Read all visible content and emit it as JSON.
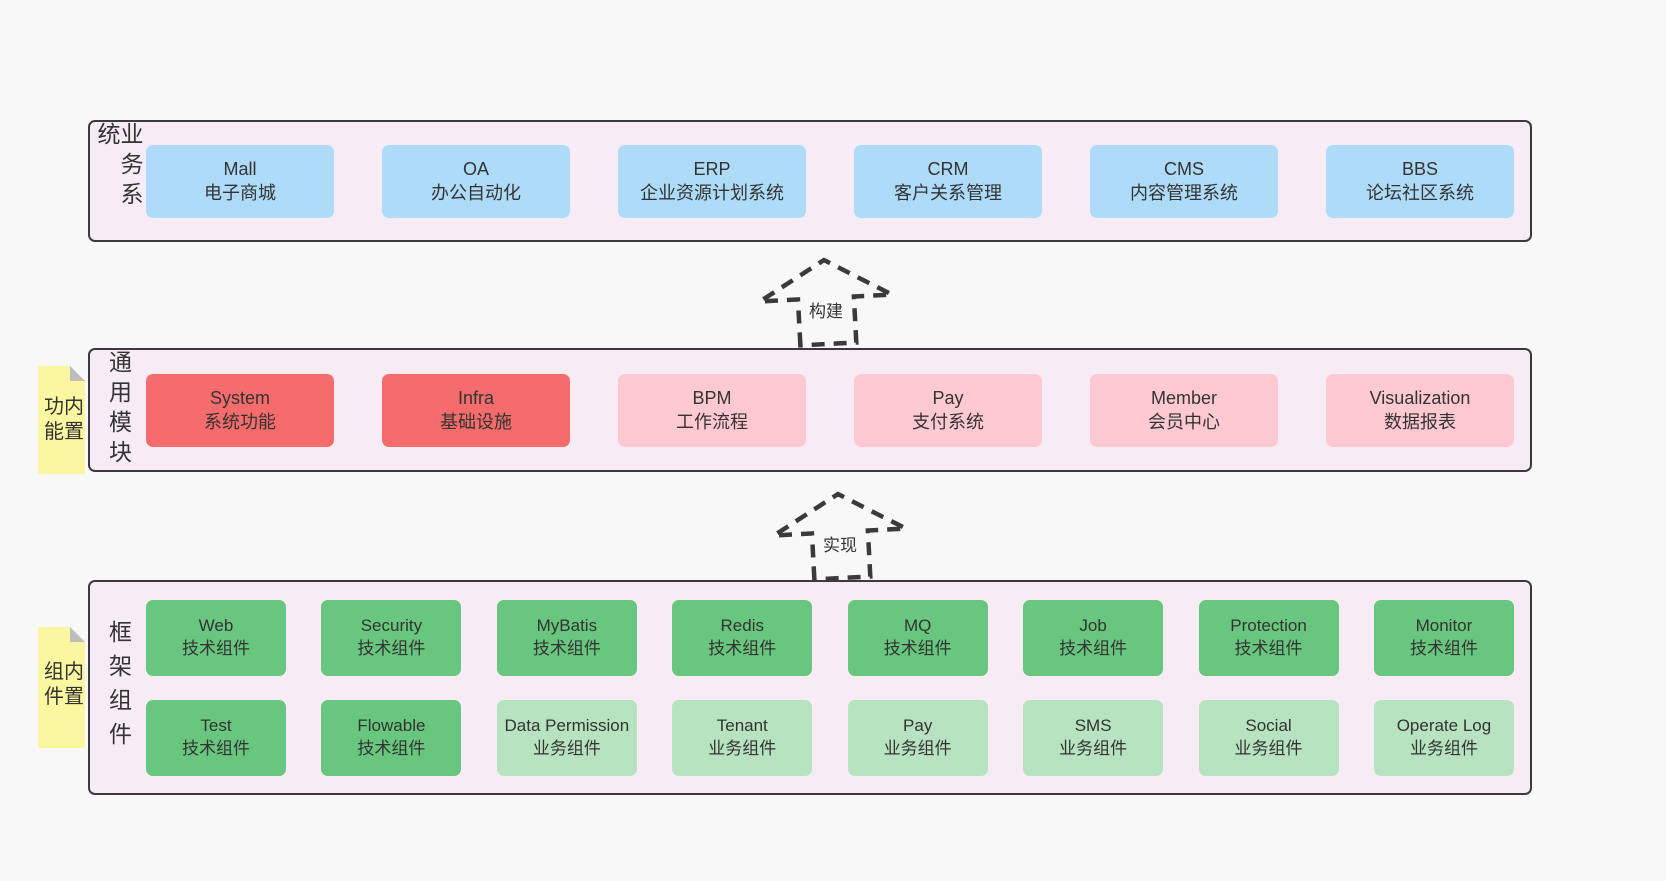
{
  "colors": {
    "page_bg": "#f8f8f8",
    "container_bg": "#f7ecf5",
    "container_border": "#3b3b3b",
    "text": "#333333",
    "blue": "#aedbf8",
    "red": "#f66c6c",
    "pink": "#ffc9d2",
    "green": "#68c67e",
    "light_green": "#b7e3c1",
    "note_bg": "#fbf7a0",
    "note_fold": "#bdbdbd",
    "arrow": "#3a3a3a"
  },
  "arrows": {
    "build": "构建",
    "implement": "实现"
  },
  "layers": {
    "business": {
      "label": "业务系统",
      "boxes": [
        {
          "name": "Mall",
          "desc": "电子商城",
          "variant": "blue"
        },
        {
          "name": "OA",
          "desc": "办公自动化",
          "variant": "blue"
        },
        {
          "name": "ERP",
          "desc": "企业资源计划系统",
          "variant": "blue"
        },
        {
          "name": "CRM",
          "desc": "客户关系管理",
          "variant": "blue"
        },
        {
          "name": "CMS",
          "desc": "内容管理系统",
          "variant": "blue"
        },
        {
          "name": "BBS",
          "desc": "论坛社区系统",
          "variant": "blue"
        }
      ]
    },
    "modules": {
      "label": "通用模块",
      "note": "内置功能",
      "boxes": [
        {
          "name": "System",
          "desc": "系统功能",
          "variant": "red"
        },
        {
          "name": "Infra",
          "desc": "基础设施",
          "variant": "red"
        },
        {
          "name": "BPM",
          "desc": "工作流程",
          "variant": "pink"
        },
        {
          "name": "Pay",
          "desc": "支付系统",
          "variant": "pink"
        },
        {
          "name": "Member",
          "desc": "会员中心",
          "variant": "pink"
        },
        {
          "name": "Visualization",
          "desc": "数据报表",
          "variant": "pink"
        }
      ]
    },
    "components": {
      "label": "框架组件",
      "note": "内置组件",
      "rows": [
        [
          {
            "name": "Web",
            "desc": "技术组件",
            "variant": "green"
          },
          {
            "name": "Security",
            "desc": "技术组件",
            "variant": "green"
          },
          {
            "name": "MyBatis",
            "desc": "技术组件",
            "variant": "green"
          },
          {
            "name": "Redis",
            "desc": "技术组件",
            "variant": "green"
          },
          {
            "name": "MQ",
            "desc": "技术组件",
            "variant": "green"
          },
          {
            "name": "Job",
            "desc": "技术组件",
            "variant": "green"
          },
          {
            "name": "Protection",
            "desc": "技术组件",
            "variant": "green"
          },
          {
            "name": "Monitor",
            "desc": "技术组件",
            "variant": "green"
          }
        ],
        [
          {
            "name": "Test",
            "desc": "技术组件",
            "variant": "green"
          },
          {
            "name": "Flowable",
            "desc": "技术组件",
            "variant": "green"
          },
          {
            "name": "Data Permission",
            "desc": "业务组件",
            "variant": "light_green"
          },
          {
            "name": "Tenant",
            "desc": "业务组件",
            "variant": "light_green"
          },
          {
            "name": "Pay",
            "desc": "业务组件",
            "variant": "light_green"
          },
          {
            "name": "SMS",
            "desc": "业务组件",
            "variant": "light_green"
          },
          {
            "name": "Social",
            "desc": "业务组件",
            "variant": "light_green"
          },
          {
            "name": "Operate Log",
            "desc": "业务组件",
            "variant": "light_green"
          }
        ]
      ]
    }
  }
}
